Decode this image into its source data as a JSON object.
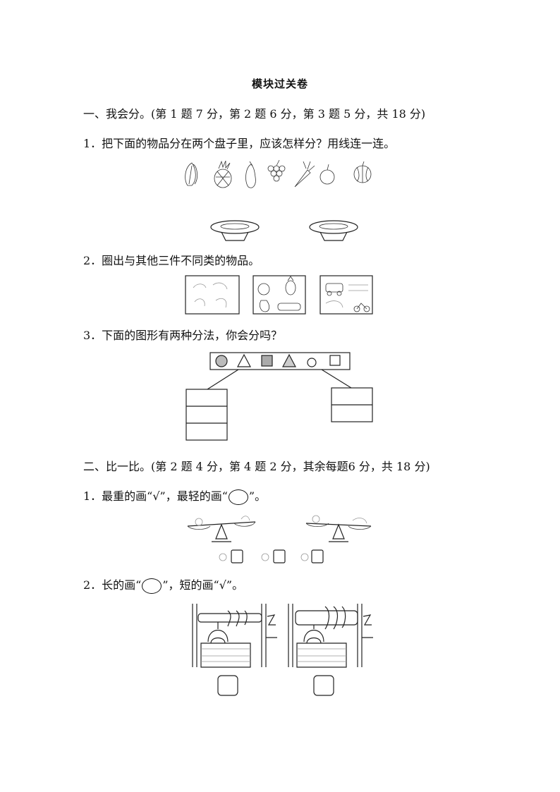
{
  "title": "模块过关卷",
  "section1": {
    "heading": "一、我会分。(第 1 题 7 分，第 2 题 6 分，第 3 题 5 分，共 18 分)",
    "q1": {
      "text": "1．把下面的物品分在两个盘子里，应该怎样分？用线连一连。",
      "items": [
        "vegetable-icon",
        "pineapple-icon",
        "eggplant-icon",
        "grapes-icon",
        "carrot-icon",
        "apple-icon",
        "watermelon-icon"
      ]
    },
    "q2": {
      "text": "2．圈出与其他三件不同类的物品。",
      "groups": [
        "animals-picture",
        "fruits-picture",
        "vehicles-picture"
      ]
    },
    "q3": {
      "text": "3．下面的图形有两种分法，你会分吗？",
      "shapes": [
        "circle",
        "triangle",
        "square",
        "triangle",
        "circle",
        "square"
      ]
    }
  },
  "section2": {
    "heading": "二、比一比。(第 2 题 4 分，第 4 题 2 分，其余每题6 分，共 18 分)",
    "q1": {
      "prefix": "1．最重的画“√”，最轻的画“",
      "suffix": "”。"
    },
    "q2": {
      "prefix": "2．长的画“",
      "suffix": "”，短的画“√”。"
    }
  }
}
